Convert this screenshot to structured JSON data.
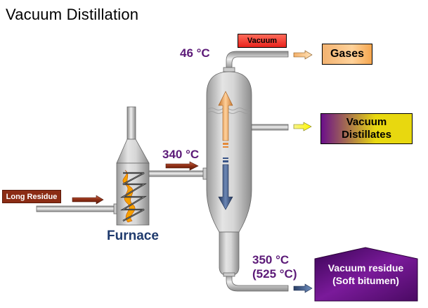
{
  "title": "Vacuum Distillation",
  "labels": {
    "vacuum": "Vacuum",
    "gases": "Gases",
    "vacuum_distillates_line1": "Vacuum",
    "vacuum_distillates_line2": "Distillates",
    "long_residue": "Long Residue",
    "furnace": "Furnace",
    "vacuum_residue_line1": "Vacuum residue",
    "vacuum_residue_line2": "(Soft bitumen)"
  },
  "temperatures": {
    "top": "46 °C",
    "furnace_outlet": "340 °C",
    "bottom": "350 °C",
    "bottom_alt": "(525 °C)"
  },
  "colors": {
    "temperature_text": "#5c1a78",
    "furnace_label": "#1f3a6d",
    "long_residue_box": "#8b2c14",
    "vacuum_box": "#e8231c",
    "vacuum_residue_box": "#5a0a6e",
    "up_arrow": "#f4a050",
    "down_arrow": "#2e4a7a"
  }
}
